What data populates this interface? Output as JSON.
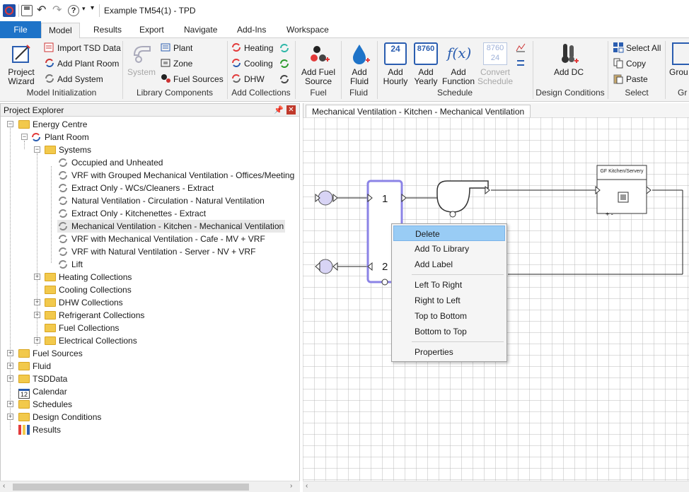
{
  "titlebar": {
    "title": "Example TM54(1) - TPD"
  },
  "tabs": [
    "File",
    "Model",
    "Results",
    "Export",
    "Navigate",
    "Add-Ins",
    "Workspace"
  ],
  "active_tab": "Model",
  "ribbon": {
    "model_init": {
      "project_wizard": "Project Wizard",
      "import_tsd": "Import TSD Data",
      "add_plant_room": "Add Plant Room",
      "add_system": "Add System",
      "label": "Model Initialization"
    },
    "library": {
      "system": "System",
      "plant": "Plant",
      "zone": "Zone",
      "fuel_sources": "Fuel Sources",
      "label": "Library Components"
    },
    "collections": {
      "heating": "Heating",
      "cooling": "Cooling",
      "dhw": "DHW",
      "label": "Add Collections"
    },
    "fuel": {
      "add_fuel_source": "Add Fuel Source",
      "label": "Fuel"
    },
    "fluid": {
      "add_fluid": "Add Fluid",
      "label": "Fluid"
    },
    "schedule": {
      "add_hourly": "Add Hourly",
      "add_yearly": "Add Yearly",
      "add_function": "Add Function",
      "convert_schedule": "Convert Schedule",
      "label": "Schedule",
      "hourly_num": "24",
      "yearly_num": "8760",
      "conv_num_top": "8760",
      "conv_num_bottom": "24",
      "fx": "f(x)"
    },
    "design": {
      "add_dc": "Add DC",
      "label": "Design Conditions"
    },
    "select": {
      "select_all": "Select All",
      "copy": "Copy",
      "paste": "Paste",
      "label": "Select"
    },
    "group": {
      "label_partial": "Grou",
      "bottom_partial": "Gr"
    }
  },
  "explorer": {
    "title": "Project Explorer",
    "tree": {
      "energy_centre": "Energy Centre",
      "plant_room": "Plant Room",
      "systems": "Systems",
      "system_items": [
        "Occupied and Unheated",
        "VRF with Grouped Mechanical Ventilation - Offices/Meeting",
        "Extract Only - WCs/Cleaners - Extract",
        "Natural Ventilation - Circulation - Natural Ventilation",
        "Extract Only - Kitchenettes - Extract",
        "Mechanical Ventilation - Kitchen - Mechanical Ventilation",
        "VRF with Mechanical Ventilation - Cafe - MV + VRF",
        "VRF with Natural Ventilation - Server - NV + VRF",
        "Lift"
      ],
      "collections": [
        "Heating Collections",
        "Cooling Collections",
        "DHW Collections",
        "Refrigerant Collections",
        "Fuel Collections",
        "Electrical Collections"
      ],
      "root_items": [
        "Fuel Sources",
        "Fluid",
        "TSDData",
        "Calendar",
        "Schedules",
        "Design Conditions",
        "Results"
      ],
      "calendar_num": "12"
    }
  },
  "document": {
    "tab_title": "Mechanical Ventilation - Kitchen - Mechanical Ventilation",
    "node1": "1",
    "node2": "2",
    "zone_label": "GF Kitchen/Servery",
    "zone_mark": "+ -"
  },
  "context_menu": {
    "items": [
      "Delete",
      "Add To Library",
      "Add Label",
      "Left To Right",
      "Right to Left",
      "Top to Bottom",
      "Bottom to Top",
      "Properties"
    ],
    "highlighted": "Delete"
  },
  "colors": {
    "file_tab": "#1e73c8",
    "highlight": "#99ccf5",
    "node_purple": "#8b83e6"
  }
}
